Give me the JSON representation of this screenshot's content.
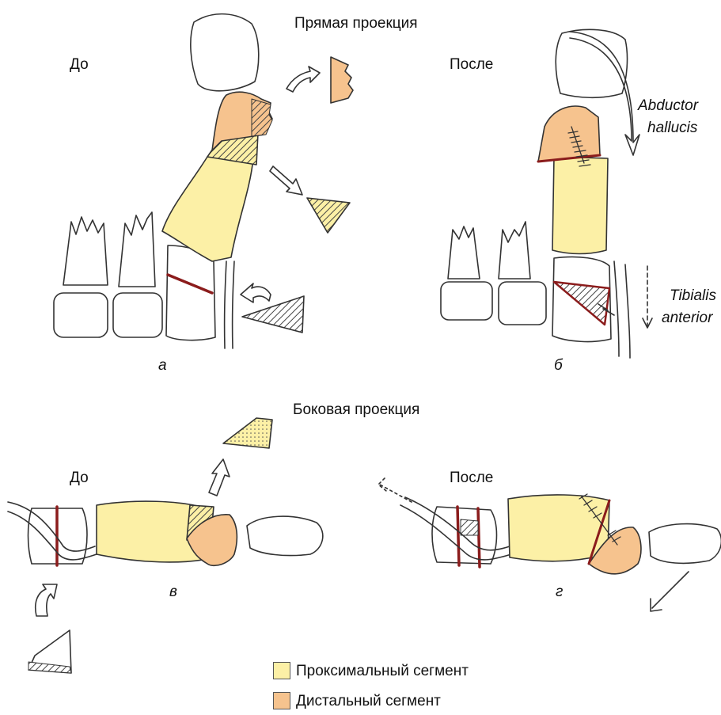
{
  "titles": {
    "frontal": "Прямая проекция",
    "lateral": "Боковая проекция"
  },
  "captions": {
    "before_a": "До",
    "after_b": "После",
    "before_c": "До",
    "after_d": "После"
  },
  "panel_letters": {
    "a": "а",
    "b": "б",
    "c": "в",
    "d": "г"
  },
  "muscles": {
    "abductor_line1": "Abductor",
    "abductor_line2": "hallucis",
    "tibialis_line1": "Tibialis",
    "tibialis_line2": "anterior"
  },
  "legend": {
    "proximal": {
      "label": "Проксимальный сегмент",
      "color": "#fcf0a6"
    },
    "distal": {
      "label": "Дистальный сегмент",
      "color": "#f6c38e"
    }
  },
  "colors": {
    "outline": "#333333",
    "cut_line": "#8b1c1c",
    "hatch": "#444444"
  }
}
